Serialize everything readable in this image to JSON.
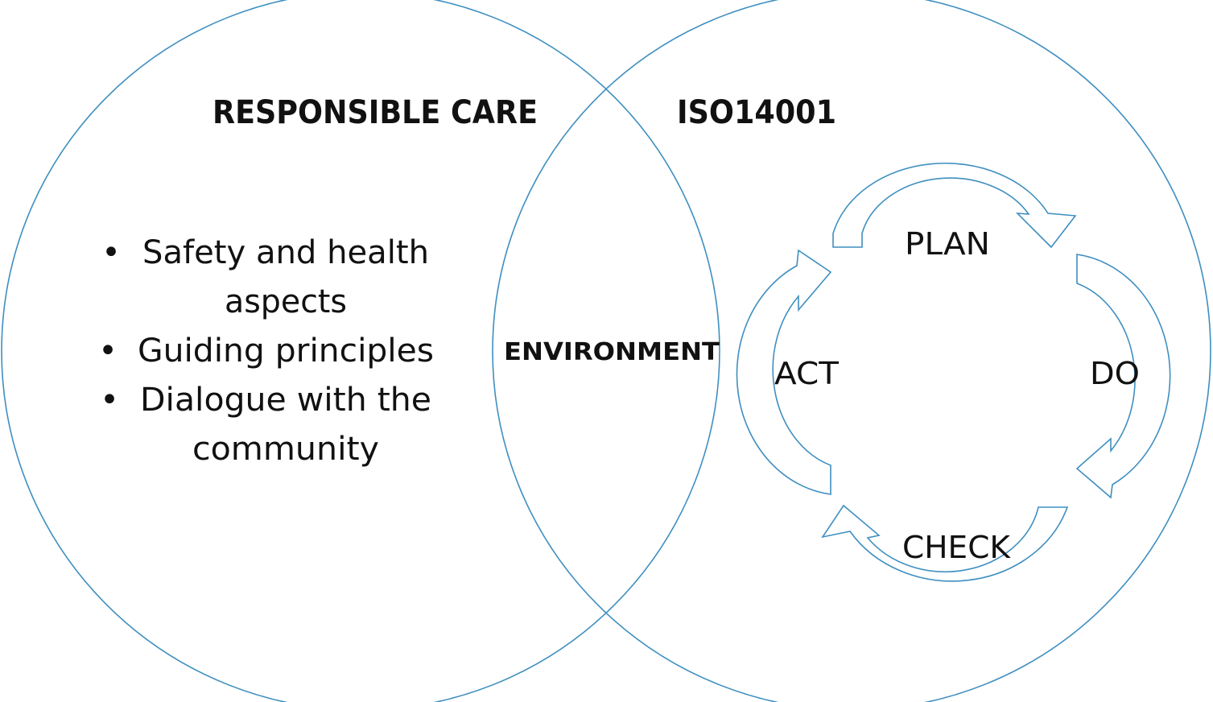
{
  "colors": {
    "outline": "#3f8fc0",
    "text": "#111111",
    "background": "#ffffff"
  },
  "left_circle": {
    "title": "RESPONSIBLE CARE",
    "bullets": [
      {
        "lines": [
          "Safety and health",
          "aspects"
        ]
      },
      {
        "lines": [
          "Guiding principles"
        ]
      },
      {
        "lines": [
          "Dialogue with the",
          "community"
        ]
      }
    ],
    "bullet_glyph": "•"
  },
  "right_circle": {
    "title": "ISO14001"
  },
  "overlap": {
    "label": "ENVIRONMENT"
  },
  "cycle": {
    "plan": "PLAN",
    "do": "DO",
    "check": "CHECK",
    "act": "ACT"
  }
}
